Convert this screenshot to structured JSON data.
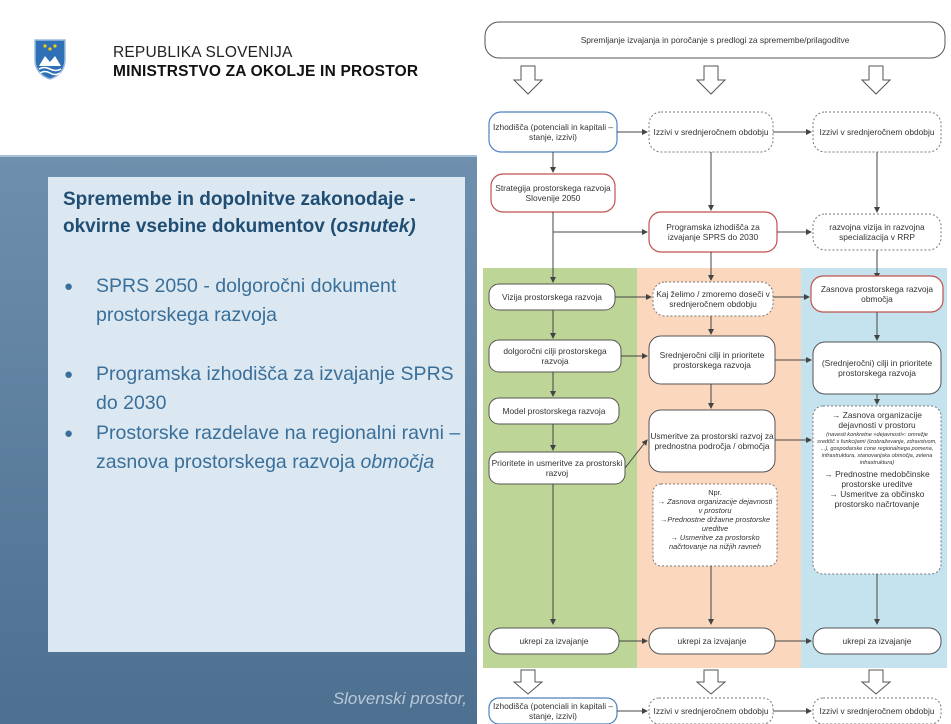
{
  "header": {
    "republic": "REPUBLIKA SLOVENIJA",
    "ministry": "MINISTRSTVO ZA OKOLJE IN PROSTOR"
  },
  "panel": {
    "title_main": "Spremembe in dopolnitve zakonodaje  - okvirne vsebine dokumentov  (",
    "title_italic": "osnutek)",
    "bullets": [
      {
        "text": "SPRS 2050 - dolgoročni dokument prostorskega razvoja",
        "italic": ""
      },
      {
        "text": "Programska izhodišča za izvajanje SPRS do 2030",
        "italic": ""
      },
      {
        "text": "Prostorske razdelave na regionalni ravni – zasnova prostorskega razvoja ",
        "italic": "območja"
      }
    ],
    "footer": "Slovenski prostor,"
  },
  "diagram": {
    "colors": {
      "green": "#bdd597",
      "orange": "#fbd8bd",
      "blue": "#c5e3ef",
      "red_border": "#c0504d",
      "blue_border": "#4f81bd"
    },
    "top_banner": "Spremljanje izvajanja in poročanje s predlogi za spremembe/prilagoditve",
    "row1": [
      "Izhodišča (potenciali in kapitali – stanje, izzivi)",
      "Izzivi v srednjeročnem obdobju",
      "Izzivi v srednjeročnem obdobju"
    ],
    "strategy": "Strategija prostorskega razvoja Slovenije 2050",
    "program": "Programska izhodišča za izvajanje SPRS do 2030",
    "vision_rrp": "razvojna vizija in razvojna specializacija v RRP",
    "col1": [
      "Vizija prostorskega razvoja",
      "dolgoročni cilji prostorskega razvoja",
      "Model prostorskega razvoja",
      "Prioritete in usmeritve za prostorski razvoj"
    ],
    "col2": [
      "Kaj želimo / zmoremo doseči v srednjeročnem obdobju",
      "Srednjeročni cilji in prioritete prostorskega razvoja",
      "Usmeritve za prostorski razvoj za prednostna področja / območja"
    ],
    "npr": [
      "Npr.",
      "→ Zasnova organizacije dejavnosti v prostoru",
      "→Prednostne državne prostorske ureditve",
      "→ Usmeritve za prostorsko načrtovanje na nižjih ravneh"
    ],
    "col3": [
      "Zasnova prostorskega razvoja območja",
      "(Srednjeročni) cilji in prioritete prostorskega razvoja"
    ],
    "col3_list": [
      "→ Zasnova organizacije dejavnosti v prostoru",
      "(navesti konkretne »dejavnosti«: omrežje središč s funkcijami (izobraževanje, zdravstvom, ...), gospodarske cone regionalnega pomena, infrastruktura, stanovanjska območja, zelena infrastruktura)",
      "→ Prednostne medobčinske prostorske ureditve",
      "→ Usmeritve za občinsko prostorsko načrtovanje"
    ],
    "measures": [
      "ukrepi za izvajanje",
      "ukrepi za izvajanje",
      "ukrepi za izvajanje"
    ],
    "bottom": [
      "Izhodišča (potenciali in kapitali – stanje, izzivi)",
      "Izzivi v srednjeročnem obdobju",
      "Izzivi v srednjeročnem obdobju"
    ]
  }
}
